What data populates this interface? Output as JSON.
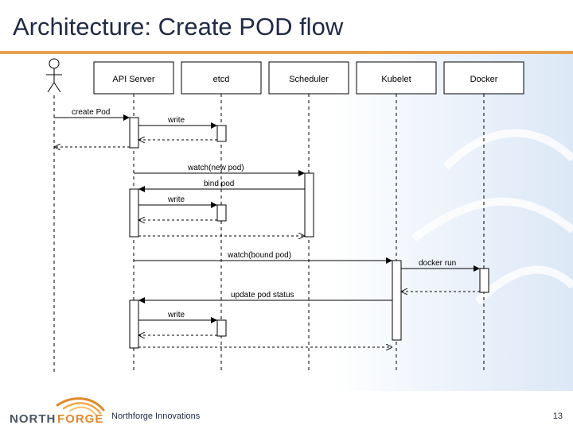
{
  "slide": {
    "title": "Architecture: Create POD flow",
    "company": "Northforge Innovations",
    "page_number": "13"
  },
  "logo": {
    "text_north": "NORTH",
    "text_forge": "FORGE",
    "colors": {
      "north": "#4a5563",
      "forge": "#e08a2c"
    }
  },
  "diagram": {
    "participants": [
      "API Server",
      "etcd",
      "Scheduler",
      "Kubelet",
      "Docker"
    ],
    "messages": [
      {
        "label": "create Pod",
        "from": "actor",
        "to": "API Server",
        "kind": "call"
      },
      {
        "label": "write",
        "from": "API Server",
        "to": "etcd",
        "kind": "call"
      },
      {
        "label": "",
        "from": "etcd",
        "to": "API Server",
        "kind": "return"
      },
      {
        "label": "",
        "from": "API Server",
        "to": "actor",
        "kind": "return"
      },
      {
        "label": "watch(new pod)",
        "from": "API Server",
        "to": "Scheduler",
        "kind": "call"
      },
      {
        "label": "bind pod",
        "from": "Scheduler",
        "to": "API Server",
        "kind": "call"
      },
      {
        "label": "write",
        "from": "API Server",
        "to": "etcd",
        "kind": "call"
      },
      {
        "label": "",
        "from": "etcd",
        "to": "API Server",
        "kind": "return"
      },
      {
        "label": "",
        "from": "API Server",
        "to": "Scheduler",
        "kind": "return"
      },
      {
        "label": "watch(bound pod)",
        "from": "API Server",
        "to": "Kubelet",
        "kind": "call"
      },
      {
        "label": "docker run",
        "from": "Kubelet",
        "to": "Docker",
        "kind": "call"
      },
      {
        "label": "",
        "from": "Docker",
        "to": "Kubelet",
        "kind": "return"
      },
      {
        "label": "update pod status",
        "from": "Kubelet",
        "to": "API Server",
        "kind": "call"
      },
      {
        "label": "write",
        "from": "API Server",
        "to": "etcd",
        "kind": "call"
      },
      {
        "label": "",
        "from": "etcd",
        "to": "API Server",
        "kind": "return"
      },
      {
        "label": "",
        "from": "API Server",
        "to": "Kubelet",
        "kind": "return"
      }
    ]
  }
}
